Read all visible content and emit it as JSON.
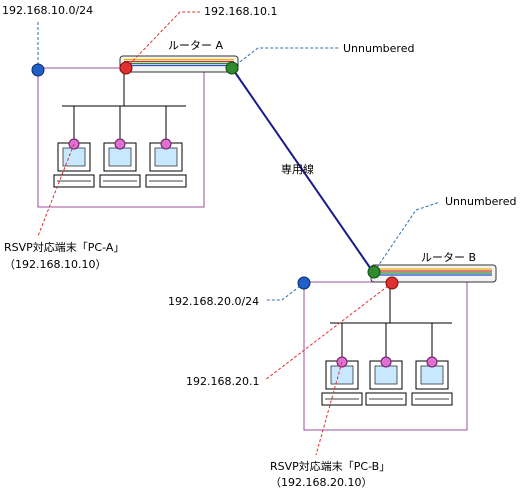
{
  "labels": {
    "net_a": "192.168.10.0/24",
    "router_a_ip": "192.168.10.1",
    "router_a": "ルーター A",
    "unnumbered_a": "Unnumbered",
    "leased_line": "専用線",
    "unnumbered_b": "Unnumbered",
    "router_b": "ルーター B",
    "net_b": "192.168.20.0/24",
    "router_b_ip": "192.168.20.1",
    "pc_a_line1": "RSVP対応端末「PC-A」",
    "pc_a_line2": "（192.168.10.10）",
    "pc_b_line1": "RSVP対応端末「PC-B」",
    "pc_b_line2": "（192.168.20.10）"
  },
  "colors": {
    "lan_box": "#9b4f9b",
    "leased_line": "#1a1a8c",
    "net_node": "#1f5fc8",
    "router_if_node": "#e03030",
    "wan_node": "#2e8b2e",
    "pc_node": "#e070d0",
    "red_leader": "#e03030",
    "blue_leader": "#2f6fb0",
    "screen": "#c8e8ff"
  }
}
